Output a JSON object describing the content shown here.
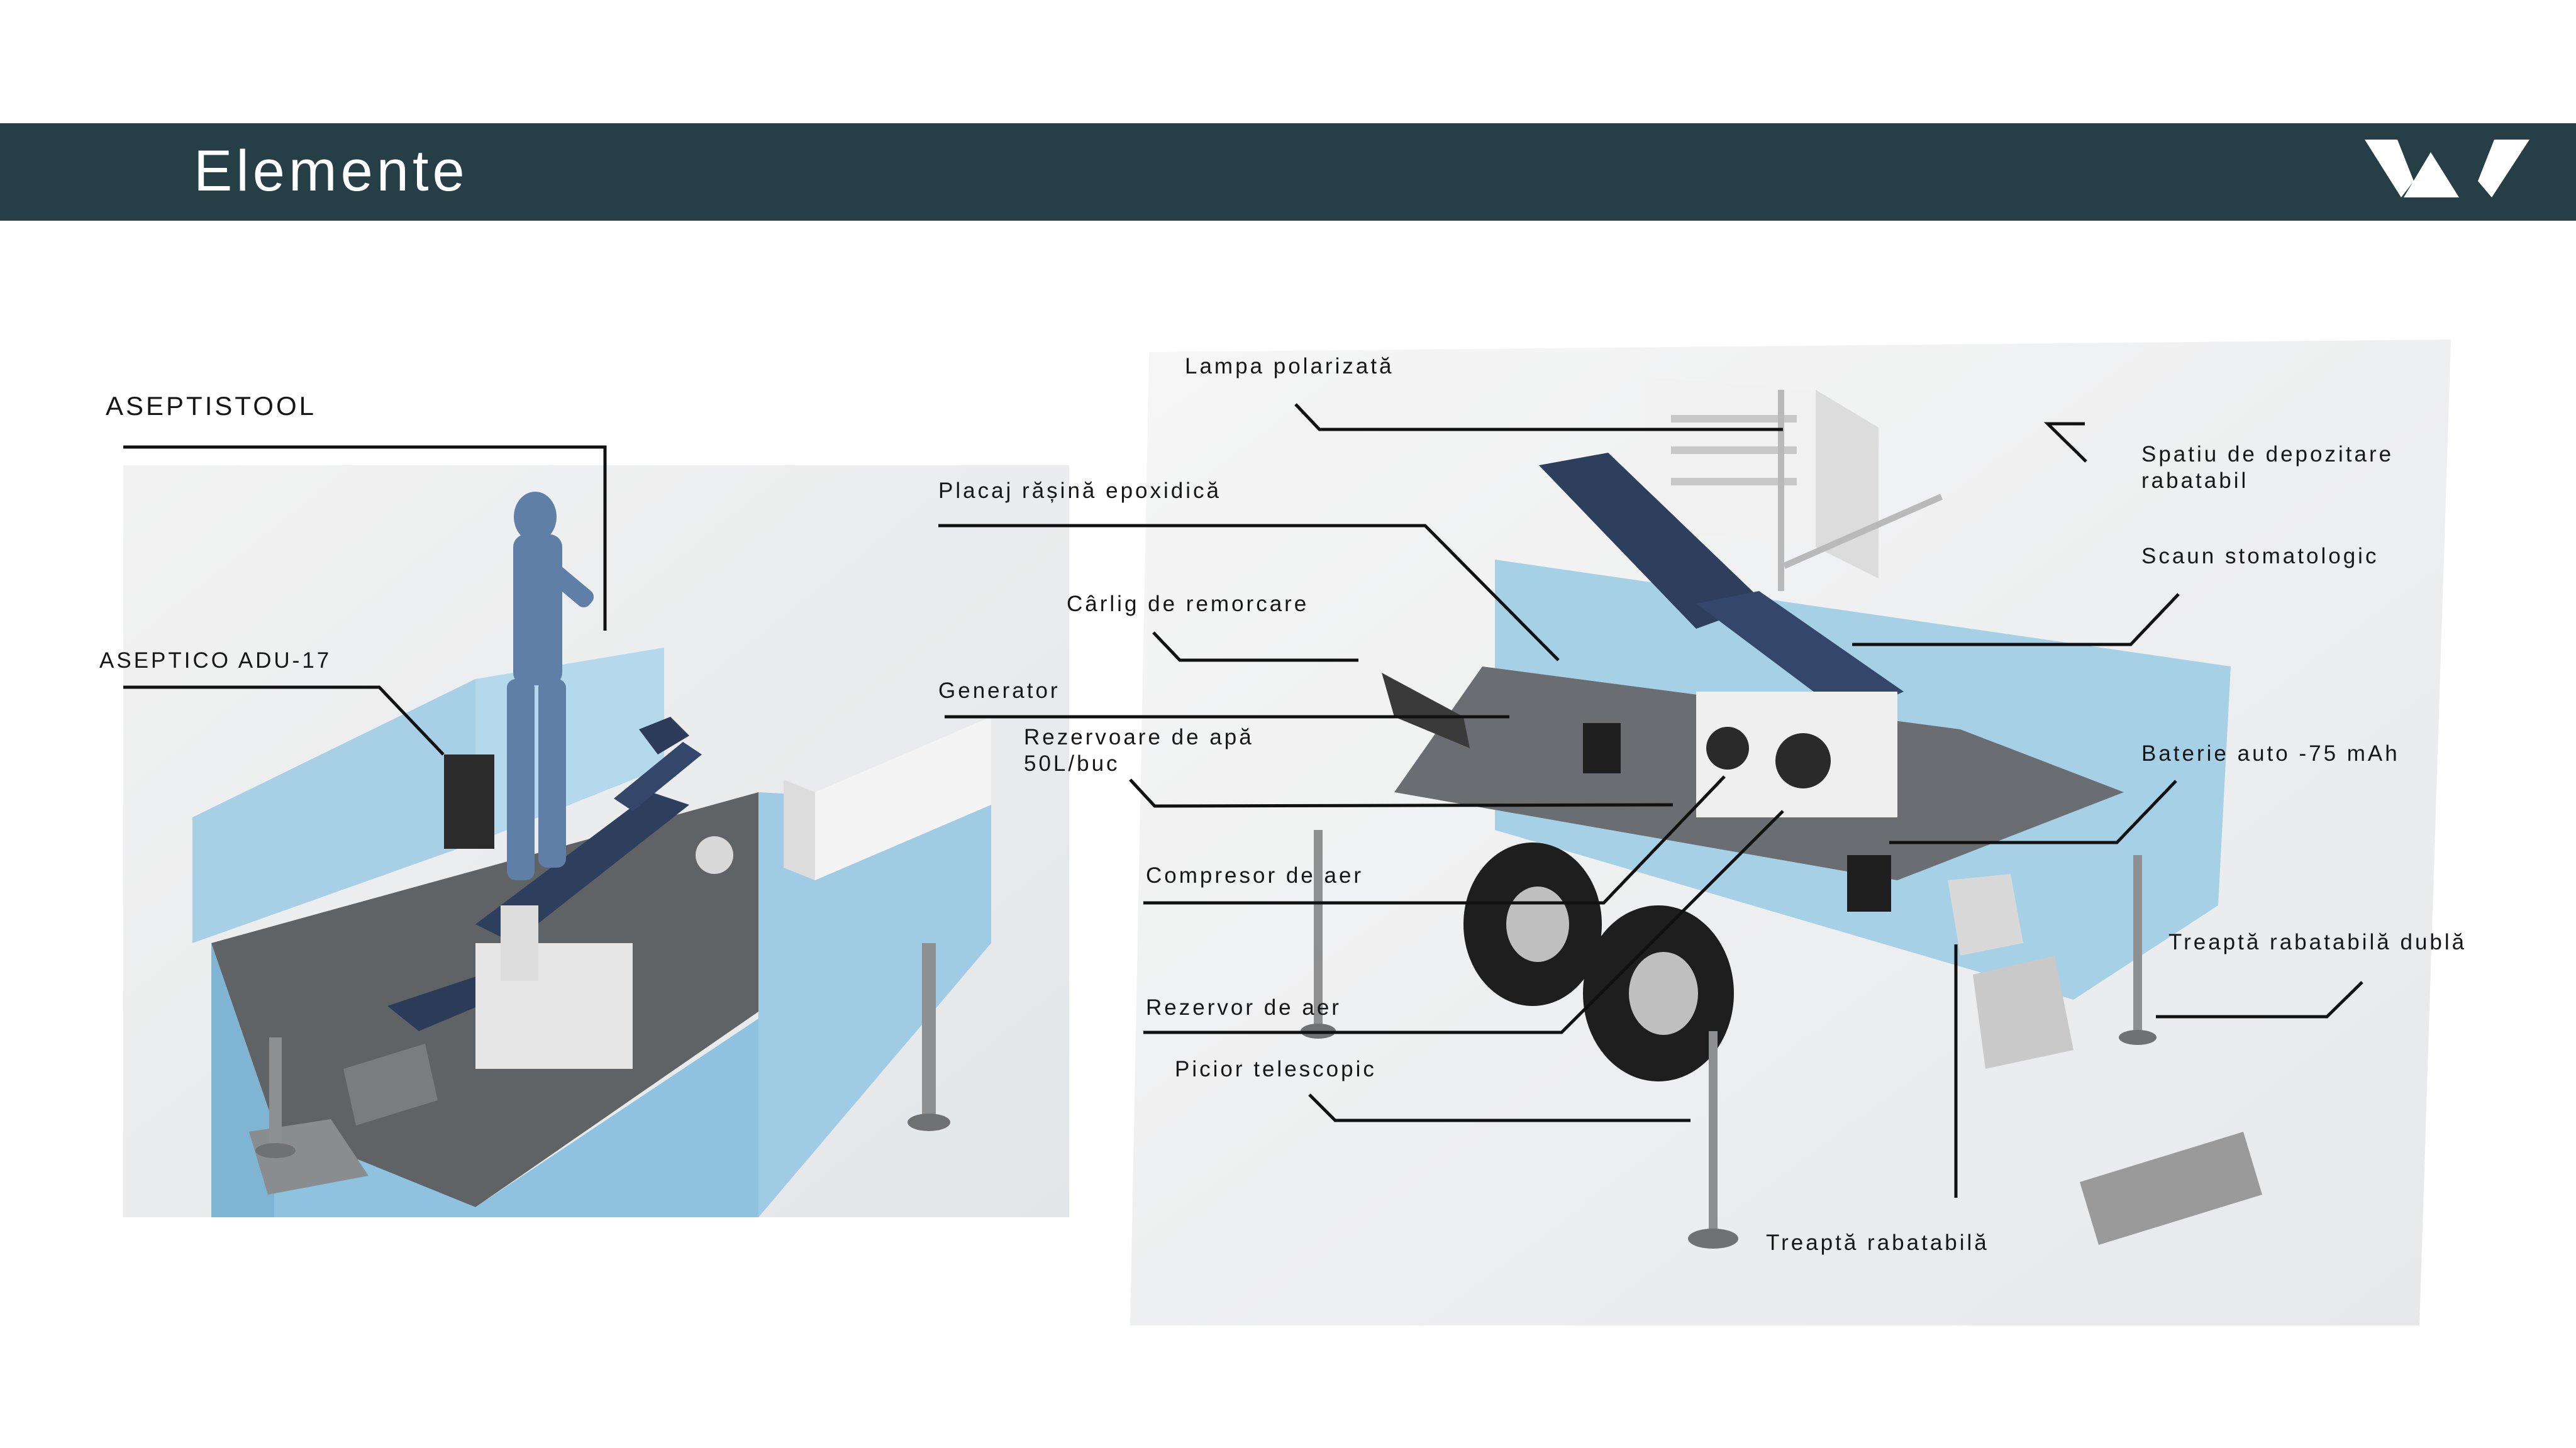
{
  "page": {
    "title": "Elemente"
  },
  "brand": {
    "header_color": "#263e46",
    "logo_icon": "wave-logo-icon"
  },
  "left_callouts": {
    "aseptistool": "ASEPTISTOOL",
    "aseptico": "ASEPTICO ADU-17"
  },
  "right_callouts": {
    "lampa": "Lampa polarizată",
    "placaj": "Placaj rășină epoxidică",
    "carlig": "Cârlig de remorcare",
    "generator": "Generator",
    "rezervoare": "Rezervoare de apă 50L/buc",
    "compresor": "Compresor de aer",
    "rezervor_aer": "Rezervor de aer",
    "picior": "Picior telescopic",
    "treapta": "Treaptă rabatabilă",
    "spatiu": "Spatiu de depozitare rabatabil",
    "scaun": "Scaun stomatologic",
    "baterie": "Baterie auto -75 mAh",
    "treapta_dubla": "Treaptă rabatabilă dublă"
  }
}
